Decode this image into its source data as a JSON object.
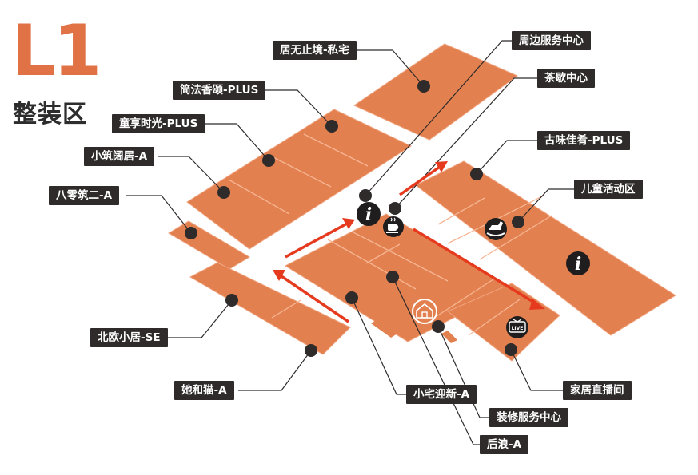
{
  "floor": {
    "code": "L1",
    "name": "整装区"
  },
  "colors": {
    "accent": "#e07246",
    "zone": "#e3804f",
    "label_bg": "#2f2b2b",
    "arrow": "#e63a1e",
    "marker": "#2f2b2b"
  },
  "labels": [
    "居无止境-私宅",
    "简法香颂-PLUS",
    "童享时光-PLUS",
    "小筑阔居-A",
    "八零筑二-A",
    "北欧小居-SE",
    "她和猫-A",
    "周边服务中心",
    "茶歇中心",
    "古味佳肴-PLUS",
    "儿童活动区",
    "家居直播间",
    "装修服务中心",
    "小宅迎新-A",
    "后浪-A"
  ],
  "icons": {
    "info": "info-icon",
    "cafe": "coffee-cup-icon",
    "kids": "rocking-horse-icon",
    "live": "live-tv-icon",
    "service": "service-center-icon",
    "live_text": "LIVE"
  }
}
